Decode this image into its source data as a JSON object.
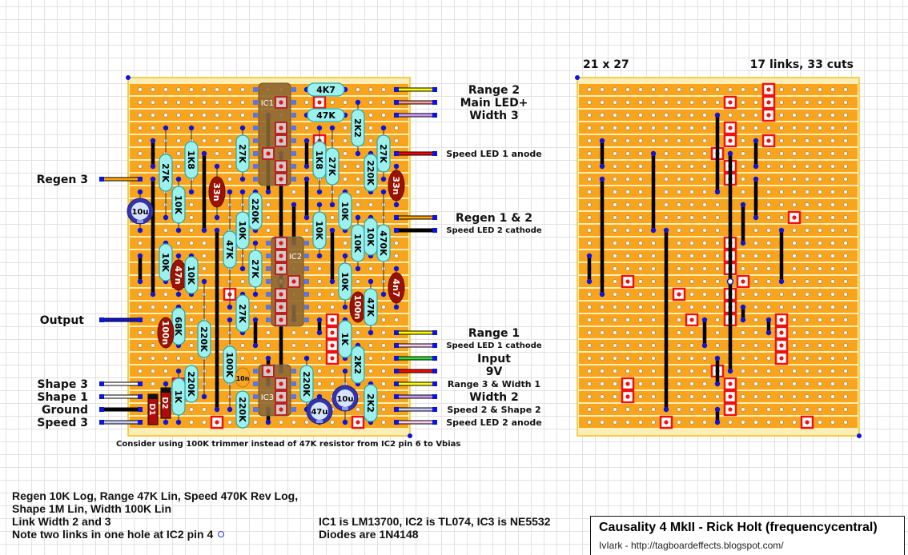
{
  "board": {
    "size_label": "21 x 27",
    "counts_label": "17 links, 33 cuts",
    "colors": {
      "strip": "#f8a41c",
      "board": "#fdeeb6",
      "resistor": "#9cf0ee",
      "film_cap": "#9a1200",
      "electrolytic": "#3333aa",
      "ic": "#8a6634",
      "cut": "#ee1111",
      "link": "#000000",
      "lead_dot": "#0a14e0"
    },
    "ics": [
      {
        "label": "IC1"
      },
      {
        "label": "IC2"
      },
      {
        "label": "IC3"
      }
    ],
    "components": [
      {
        "kind": "resistor",
        "label": "4K7"
      },
      {
        "kind": "resistor",
        "label": "47K"
      },
      {
        "kind": "resistor",
        "label": "2K2"
      },
      {
        "kind": "resistor",
        "label": "27K"
      },
      {
        "kind": "resistor",
        "label": "220K"
      },
      {
        "kind": "film-cap",
        "label": "33n"
      },
      {
        "kind": "resistor",
        "label": "1K8"
      },
      {
        "kind": "resistor",
        "label": "27K"
      },
      {
        "kind": "resistor",
        "label": "27K"
      },
      {
        "kind": "resistor",
        "label": "1K8"
      },
      {
        "kind": "resistor",
        "label": "27K"
      },
      {
        "kind": "film-cap",
        "label": "33n"
      },
      {
        "kind": "resistor",
        "label": "10K"
      },
      {
        "kind": "resistor",
        "label": "220K"
      },
      {
        "kind": "resistor",
        "label": "10K"
      },
      {
        "kind": "resistor",
        "label": "47K"
      },
      {
        "kind": "electrolytic",
        "label": "10u"
      },
      {
        "kind": "resistor",
        "label": "10K"
      },
      {
        "kind": "resistor",
        "label": "10K"
      },
      {
        "kind": "resistor",
        "label": "10K"
      },
      {
        "kind": "resistor",
        "label": "10K"
      },
      {
        "kind": "resistor",
        "label": "470K"
      },
      {
        "kind": "resistor",
        "label": "10K"
      },
      {
        "kind": "film-cap",
        "label": "47n"
      },
      {
        "kind": "resistor",
        "label": "10K"
      },
      {
        "kind": "resistor",
        "label": "27K"
      },
      {
        "kind": "resistor",
        "label": "10K"
      },
      {
        "kind": "film-cap",
        "label": "4n7"
      },
      {
        "kind": "film-cap",
        "label": "100n"
      },
      {
        "kind": "resistor",
        "label": "47K"
      },
      {
        "kind": "resistor",
        "label": "68K"
      },
      {
        "kind": "film-cap",
        "label": "100n"
      },
      {
        "kind": "resistor",
        "label": "220K"
      },
      {
        "kind": "resistor",
        "label": "27K"
      },
      {
        "kind": "resistor",
        "label": "1K"
      },
      {
        "kind": "resistor",
        "label": "100K"
      },
      {
        "kind": "ceramic-cap",
        "label": "10n"
      },
      {
        "kind": "resistor",
        "label": "220K"
      },
      {
        "kind": "resistor",
        "label": "220K"
      },
      {
        "kind": "resistor",
        "label": "1K"
      },
      {
        "kind": "diode",
        "label": "D2"
      },
      {
        "kind": "diode",
        "label": "D1"
      },
      {
        "kind": "resistor",
        "label": "220K"
      },
      {
        "kind": "resistor",
        "label": "2K2"
      },
      {
        "kind": "resistor",
        "label": "2K2"
      },
      {
        "kind": "electrolytic",
        "label": "10u"
      },
      {
        "kind": "electrolytic",
        "label": "47u"
      }
    ]
  },
  "left_wires": [
    {
      "label": "Regen 3",
      "color": "#ffa500"
    },
    {
      "label": "Output",
      "color": "#0a14e0"
    },
    {
      "label": "Shape 3",
      "color": "#ffffff"
    },
    {
      "label": "Shape 1",
      "color": "#ffffff"
    },
    {
      "label": "Ground",
      "color": "#000000"
    },
    {
      "label": "Speed 3",
      "color": "#ccccff"
    }
  ],
  "right_wires": [
    {
      "label": "Range 2",
      "color": "#ffff00"
    },
    {
      "label": "Main LED+",
      "color": "#ff9999"
    },
    {
      "label": "Width 3",
      "color": "#cc99ff"
    },
    {
      "label": "Speed LED 1 anode",
      "color": "#ff0000"
    },
    {
      "label": "Regen 1 & 2",
      "color": "#ffa500"
    },
    {
      "label": "Speed LED 2 cathode",
      "color": "#000000"
    },
    {
      "label": "Range 1",
      "color": "#ffff00"
    },
    {
      "label": "Speed LED 1 cathode",
      "color": "#ffccee"
    },
    {
      "label": "Input",
      "color": "#33dd33"
    },
    {
      "label": "9V",
      "color": "#ff0000"
    },
    {
      "label": "Range 3 & Width 1",
      "color": "#ffff00"
    },
    {
      "label": "Width 2",
      "color": "#cc99ee"
    },
    {
      "label": "Speed 2 & Shape 2",
      "color": "#ccccff"
    },
    {
      "label": "Speed LED 2 anode",
      "color": "#ffccee"
    }
  ],
  "board_note": "Consider using 100K trimmer instead of 47K resistor from IC2 pin 6 to Vbias",
  "notes": {
    "pots_line1": "Regen 10K Log, Range 47K Lin, Speed 470K Rev Log,",
    "pots_line2": "Shape 1M Lin, Width 100K Lin",
    "link": "Link Width 2 and 3",
    "two_links": "Note two links in one hole at IC2 pin 4",
    "ics": "IC1 is LM13700, IC2 is TL074, IC3 is NE5532",
    "diodes": "Diodes are 1N4148"
  },
  "title": {
    "main": "Causality 4 MkII - Rick Holt (frequencycentral)",
    "credit": "IvIark - http://tagboardeffects.blogspot.com/"
  }
}
